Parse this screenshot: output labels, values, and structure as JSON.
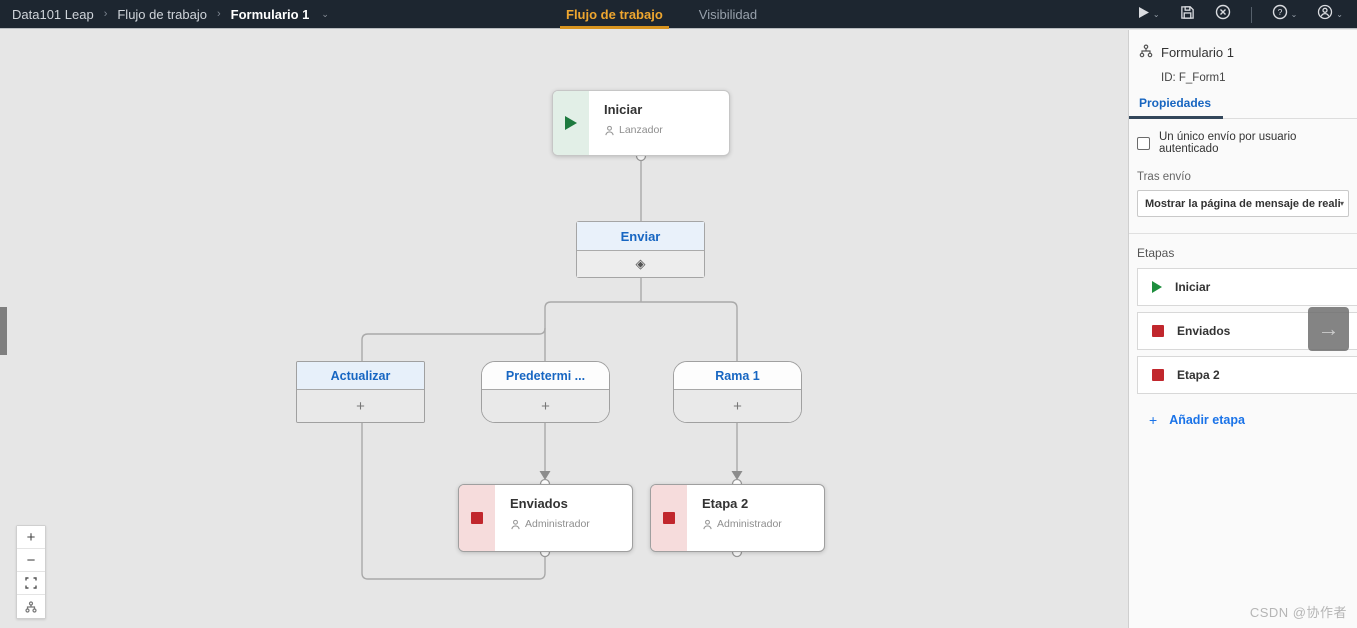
{
  "topbar": {
    "breadcrumb": {
      "item1": "Data101 Leap",
      "item2": "Flujo de trabajo",
      "item3": "Formulario 1"
    },
    "tabs": {
      "workflow": "Flujo de trabajo",
      "visibility": "Visibilidad"
    },
    "icons": [
      "run-icon",
      "save-icon",
      "close-icon",
      "help-icon",
      "account-icon"
    ]
  },
  "canvas": {
    "start_node": {
      "title": "Iniciar",
      "subtitle": "Lanzador"
    },
    "send_node": {
      "title": "Enviar",
      "icon": "diamond-icon",
      "diamond": "◈"
    },
    "branches": {
      "b0": {
        "title": "Actualizar",
        "plus": "+"
      },
      "b1": {
        "title": "Predetermi ...",
        "plus": "+"
      },
      "b2": {
        "title": "Rama 1",
        "plus": "+"
      }
    },
    "stages": {
      "s0": {
        "title": "Enviados",
        "subtitle": "Administrador"
      },
      "s1": {
        "title": "Etapa 2",
        "subtitle": "Administrador"
      }
    },
    "zoom_controls": {
      "zoom_in": "+",
      "zoom_out": "−"
    },
    "colors": {
      "wire": "#a9a9a9",
      "green": "#1d7a3f",
      "red": "#c1272d",
      "blue": "#1766c2"
    }
  },
  "panel": {
    "title": "Formulario 1",
    "id_text": "ID:  F_Form1",
    "tab": "Propiedades",
    "checkbox_label": "Un único envío por usuario autenticado",
    "after_send_label": "Tras envío",
    "after_send_value": "Mostrar la página de mensaje de realizado...",
    "select_caret": "▾",
    "etapas_label": "Etapas",
    "etapas": {
      "e0": {
        "label": "Iniciar",
        "icon": "play"
      },
      "e1": {
        "label": "Enviados",
        "icon": "square"
      },
      "e2": {
        "label": "Etapa 2",
        "icon": "square"
      }
    },
    "add_label": "Añadir etapa",
    "add_plus": "+",
    "drag_arrow": "→"
  },
  "watermark": "CSDN @协作者"
}
